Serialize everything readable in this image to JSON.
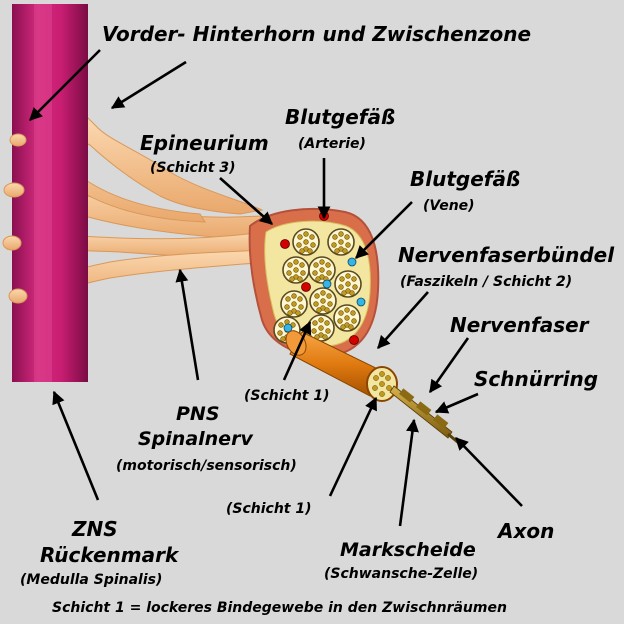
{
  "labels": {
    "horn": "Vorder- Hinterhorn und Zwischenzone",
    "epineurium": "Epineurium",
    "epineurium_sub": "(Schicht 3)",
    "artery": "Blutgefäß",
    "artery_sub": "(Arterie)",
    "vein": "Blutgefäß",
    "vein_sub": "(Vene)",
    "bundle": "Nervenfaserbündel",
    "bundle_sub": "(Faszikeln / Schicht 2)",
    "fiber": "Nervenfaser",
    "node": "Schnürring",
    "layer1_inner": "(Schicht 1)",
    "pns_1": "PNS",
    "pns_2": "Spinalnerv",
    "pns_sub": "(motorisch/sensorisch)",
    "layer1_outer": "(Schicht 1)",
    "axon": "Axon",
    "myelin": "Markscheide",
    "myelin_sub": "(Schwansche-Zelle)",
    "zns_1": "ZNS",
    "zns_2": "Rückenmark",
    "zns_sub": "(Medulla Spinalis)",
    "footer": "Schicht 1 = lockeres Bindegewebe in den Zwischnräumen"
  },
  "colors": {
    "background": "#d9d9d9",
    "spinal_cord": "#c0186a",
    "nerve_root": "#f4c08c",
    "epineurium": "#d96f4a",
    "fascicle_fill": "#f3e6a0",
    "fiber_fill": "#c09a1e",
    "fiber_sheath": "#e07a10",
    "artery": "#d40000",
    "vein": "#36b4e6"
  }
}
